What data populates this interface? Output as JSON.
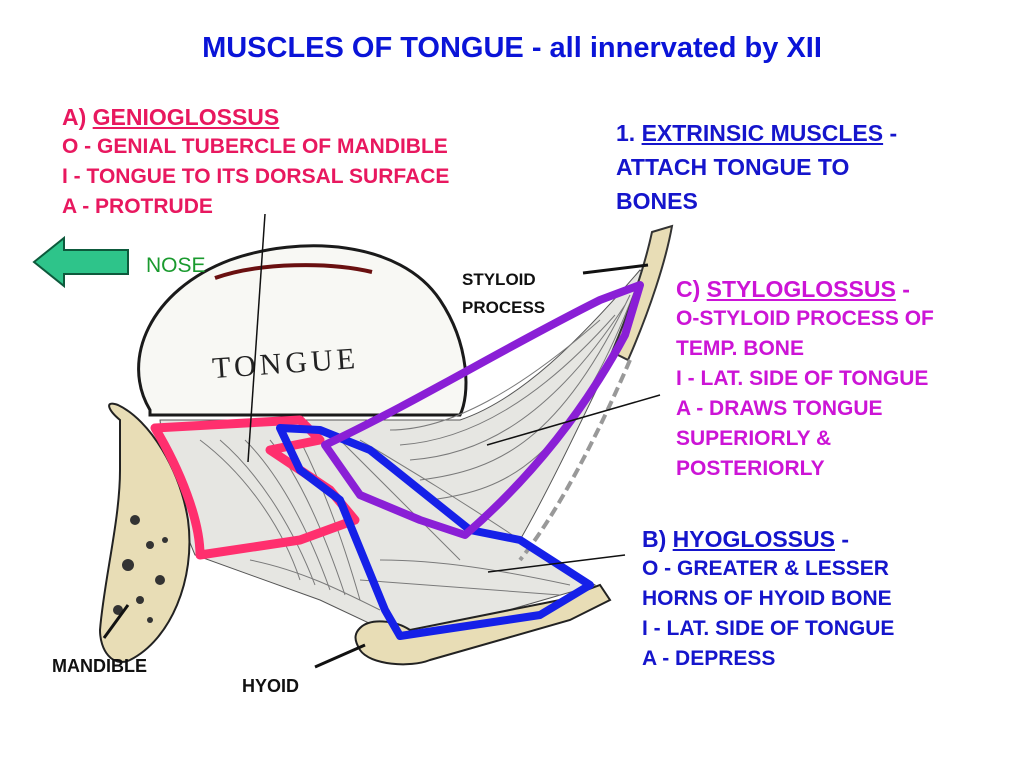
{
  "title": "MUSCLES OF TONGUE - all innervated by XII",
  "genioglossus": {
    "prefix": "A)",
    "name": "GENIOGLOSSUS",
    "origin": "O - GENIAL TUBERCLE OF MANDIBLE",
    "insertion": "I - TONGUE TO ITS DORSAL SURFACE",
    "action": "A - PROTRUDE"
  },
  "extrinsic": {
    "prefix": "1.",
    "name": "EXTRINSIC MUSCLES",
    "suffix": "-",
    "line2": "ATTACH TONGUE TO",
    "line3": "BONES"
  },
  "styloglossus": {
    "prefix": "C)",
    "name": "STYLOGLOSSUS",
    "suffix": "-",
    "line1": "O-STYLOID PROCESS OF",
    "line2": "TEMP. BONE",
    "line3": "I -  LAT. SIDE OF TONGUE",
    "line4": "A - DRAWS TONGUE",
    "line5": "SUPERIORLY &",
    "line6": "POSTERIORLY"
  },
  "hyoglossus": {
    "prefix": "B)",
    "name": "HYOGLOSSUS",
    "suffix": "-",
    "line1": "O - GREATER & LESSER",
    "line2": "HORNS OF HYOID BONE",
    "line3": "I - LAT. SIDE OF TONGUE",
    "line4": "A - DEPRESS"
  },
  "labels": {
    "nose": "NOSE",
    "styloid_1": "STYLOID",
    "styloid_2": "PROCESS",
    "tongue": "TONGUE",
    "mandible": "MANDIBLE",
    "hyoid": "HYOID"
  },
  "colors": {
    "genioglossus": "#ff2f6e",
    "hyoglossus": "#1520e8",
    "styloglossus": "#8a1fd6",
    "arrow": "#2ec48a",
    "title": "#0a14d8"
  }
}
